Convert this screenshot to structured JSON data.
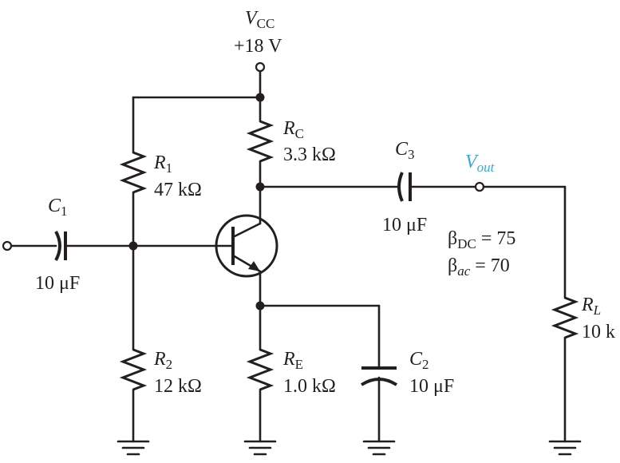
{
  "supply": {
    "name": "V",
    "sub": "CC",
    "value": "+18 V"
  },
  "components": {
    "R1": {
      "name": "R",
      "sub": "1",
      "value": "47 kΩ"
    },
    "R2": {
      "name": "R",
      "sub": "2",
      "value": "12 kΩ"
    },
    "RC": {
      "name": "R",
      "sub": "C",
      "value": "3.3 kΩ"
    },
    "RE": {
      "name": "R",
      "sub": "E",
      "value": "1.0 kΩ"
    },
    "RL": {
      "name": "R",
      "sub": "L",
      "value": "10 k"
    },
    "C1": {
      "name": "C",
      "sub": "1",
      "value": "10 μF"
    },
    "C2": {
      "name": "C",
      "sub": "2",
      "value": "10 μF"
    },
    "C3": {
      "name": "C",
      "sub": "3",
      "value": "10 μF"
    }
  },
  "output": {
    "name": "V",
    "sub": "out",
    "color": "#3ba8dc"
  },
  "transistor": {
    "beta_dc": {
      "symbol": "β",
      "sub": "DC",
      "rest": " = 75"
    },
    "beta_ac": {
      "symbol": "β",
      "sub": "ac",
      "rest": " = 70"
    }
  },
  "icons": {
    "input_terminal": "open-circle-terminal",
    "transistor": "npn-transistor",
    "ground": "ground-symbol"
  }
}
